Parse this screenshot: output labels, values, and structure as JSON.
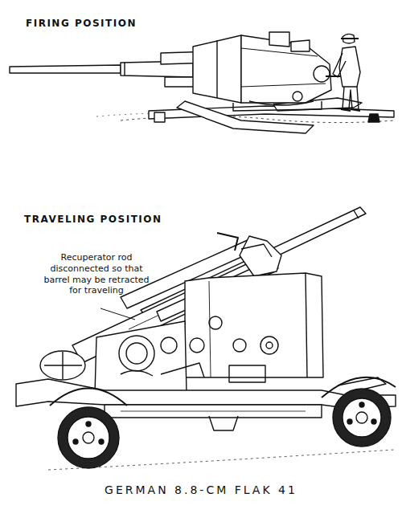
{
  "diagram": {
    "caption": "GERMAN 8.8-CM FLAK 41",
    "labels": [
      "FIRING POSITION",
      "TRAVELING POSITION",
      "Recuperator rod disconnected so that barrel may be retracted for traveling"
    ]
  }
}
